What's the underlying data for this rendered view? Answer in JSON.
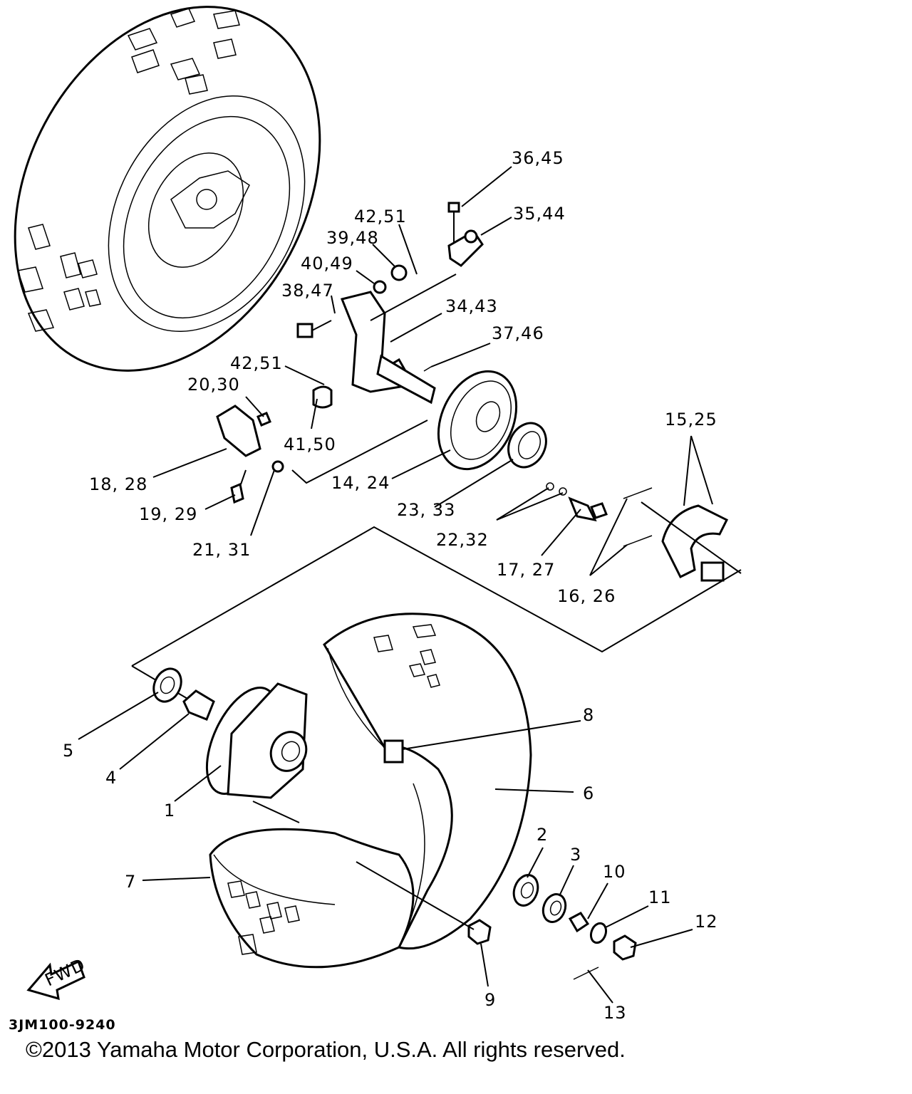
{
  "labels": {
    "l36_45": "36,45",
    "l35_44": "35,44",
    "l42_51a": "42,51",
    "l39_48": "39,48",
    "l40_49": "40,49",
    "l38_47": "38,47",
    "l34_43": "34,43",
    "l37_46": "37,46",
    "l42_51b": "42,51",
    "l20_30": "20,30",
    "l41_50": "41,50",
    "l18_28": "18, 28",
    "l19_29": "19, 29",
    "l21_31": "21, 31",
    "l14_24": "14, 24",
    "l23_33": "23, 33",
    "l22_32": "22,32",
    "l17_27": "17, 27",
    "l16_26": "16, 26",
    "l15_25": "15,25",
    "l5": "5",
    "l4": "4",
    "l1": "1",
    "l8": "8",
    "l6": "6",
    "l7": "7",
    "l2": "2",
    "l3": "3",
    "l10": "10",
    "l11": "11",
    "l12": "12",
    "l9": "9",
    "l13": "13"
  },
  "fwd": "FWD",
  "figure_code": "3JM100-9240",
  "copyright": "©2013 Yamaha Motor Corporation, U.S.A. All rights reserved."
}
